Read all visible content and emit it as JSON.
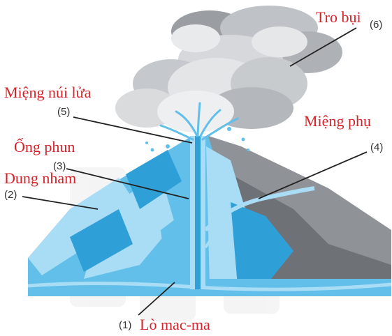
{
  "labels": {
    "tro_bui": "Tro bụi",
    "mieng_nui_lua": "Miệng núi lửa",
    "mieng_phu": "Miệng phụ",
    "ong_phun": "Ống phun",
    "dung_nham": "Dung nham",
    "lo_mac_ma": "Lò mac-ma"
  },
  "markers": {
    "m1": "(1)",
    "m2": "(2)",
    "m3": "(3)",
    "m4": "(4)",
    "m5": "(5)",
    "m6": "(6)"
  },
  "colors": {
    "label_text": "#d6232a",
    "lava_light": "#a9dcf5",
    "lava_mid": "#62bfe9",
    "lava_dark": "#2f9fd8",
    "rock": "#8f9398",
    "rock_dark": "#6e7176",
    "ash": "#cfd1d4"
  }
}
